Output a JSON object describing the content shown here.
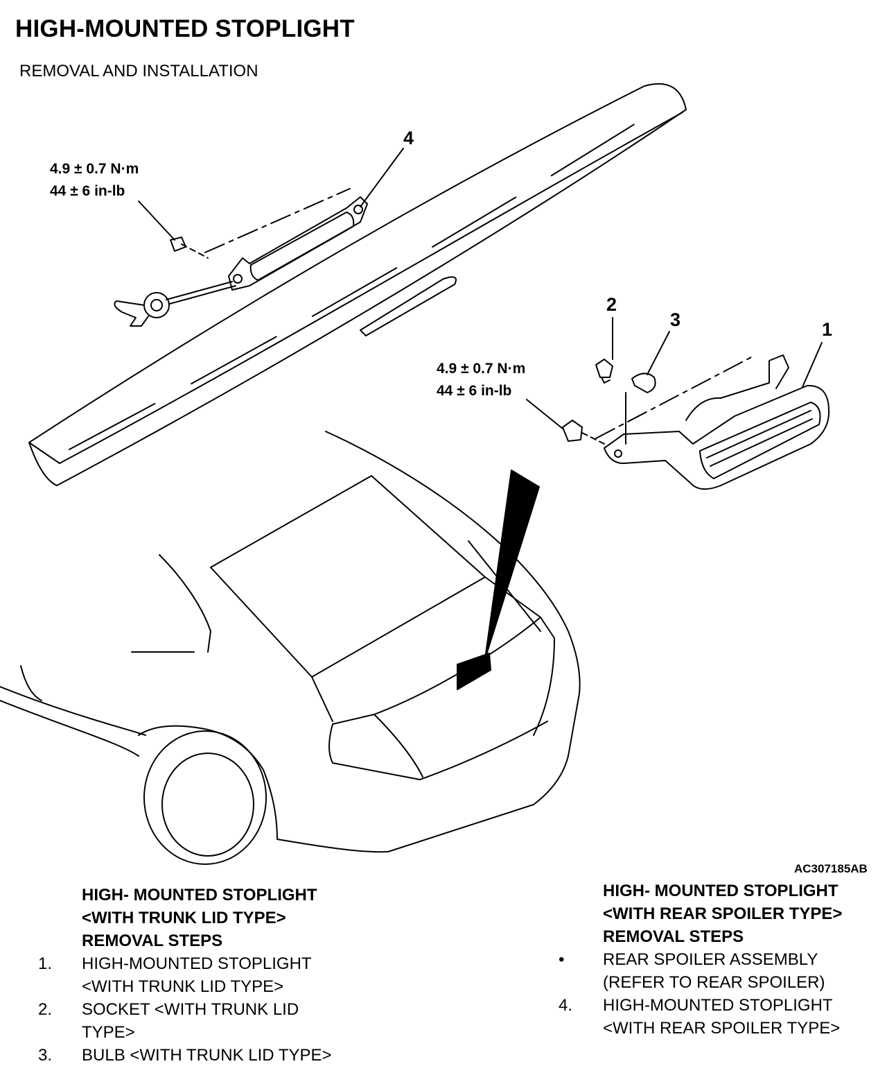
{
  "title": "HIGH-MOUNTED STOPLIGHT",
  "subtitle": "REMOVAL AND INSTALLATION",
  "torque_left": {
    "line1": "4.9 ± 0.7 N·m",
    "line2": "44 ± 6 in-lb"
  },
  "torque_right": {
    "line1": "4.9 ± 0.7 N·m",
    "line2": "44 ± 6 in-lb"
  },
  "callouts": {
    "c1": "1",
    "c2": "2",
    "c3": "3",
    "c4": "4"
  },
  "figure_id": "AC307185AB",
  "left_steps": {
    "heading1": "HIGH- MOUNTED STOPLIGHT",
    "heading2": "<WITH TRUNK LID TYPE>",
    "heading3": "REMOVAL STEPS",
    "items": [
      {
        "num": "1.",
        "text": "HIGH-MOUNTED STOPLIGHT\n<WITH TRUNK LID TYPE>"
      },
      {
        "num": "2.",
        "text": "SOCKET <WITH TRUNK LID\nTYPE>"
      },
      {
        "num": "3.",
        "text": "BULB <WITH TRUNK LID TYPE>"
      }
    ]
  },
  "right_steps": {
    "heading1": "HIGH- MOUNTED STOPLIGHT",
    "heading2": "<WITH REAR SPOILER TYPE>",
    "heading3": "REMOVAL STEPS",
    "items": [
      {
        "num": "•",
        "text": "REAR SPOILER ASSEMBLY\n(REFER TO REAR SPOILER)"
      },
      {
        "num": "4.",
        "text": "HIGH-MOUNTED STOPLIGHT\n<WITH REAR SPOILER TYPE>"
      }
    ]
  }
}
